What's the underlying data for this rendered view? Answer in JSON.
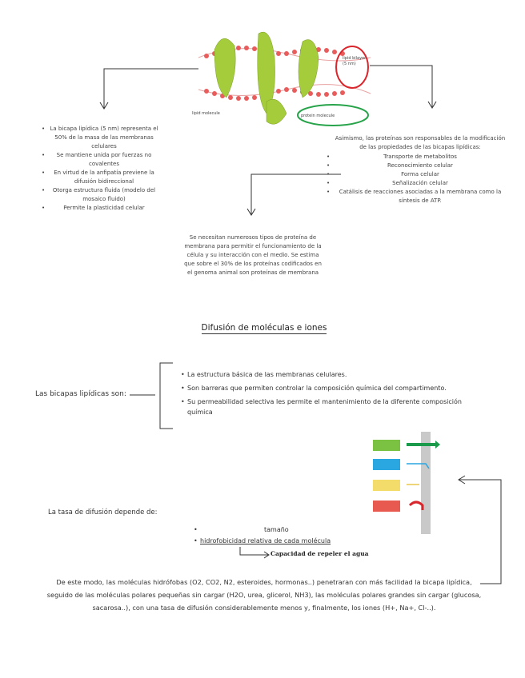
{
  "diagram": {
    "label_bilayer": "lipid bilayer (5 nm)",
    "label_lipid_molecule": "lipid molecule",
    "label_protein_molecule": "protein molecule"
  },
  "left_list": [
    "La bicapa lipídica (5 nm) representa el 50% de la masa de las membranas celulares",
    "Se mantiene unida por fuerzas no covalentes",
    "En virtud de la anfipatía previene la difusión bidireccional",
    "Otorga estructura fluida (modelo del mosaico fluido)",
    "Permite la plasticidad celular"
  ],
  "right_block": {
    "intro": "Asimismo, las proteínas son responsables de la modificación de las propiedades de las bicapas lipídicas:",
    "items": [
      "Transporte de metabolitos",
      "Reconocimiento celular",
      "Forma celular",
      "Señalización celular",
      "Catálisis de reacciones asociadas a la membrana como la síntesis de ATP."
    ]
  },
  "center_paragraph": "Se necesitan numerosos tipos de proteína de membrana para permitir el funcionamiento de la célula y su interacción con el medio. Se estima que sobre el 30% de los proteínas codificados en el genoma animal son proteínas de membrana",
  "section_title": "Difusión de moléculas e iones",
  "bicapas_label": "Las bicapas lipídicas son:",
  "bicapas_items": [
    "La estructura básica de las membranas celulares.",
    "Son barreras que permiten controlar la composición química del compartimento.",
    "Su permeabilidad selectiva les permite el mantenimiento de la diferente composición química"
  ],
  "tasa_label": "La tasa de difusión depende de:",
  "tasa_items": [
    "tamaño",
    "hidrofobicidad relativa de cada molécula"
  ],
  "capacidad_note": "Capacidad de repeler el agua",
  "final_paragraph": "De este modo, las moléculas hidrófobas (O2, CO2, N2, esteroides, hormonas..) penetraran con más facilidad la bicapa lipídica, seguido de las moléculas polares pequeñas sin cargar (H2O, urea, glicerol, NH3), las moléculas polares grandes sin cargar (glucosa, sacarosa..), con una tasa de difusión considerablemente menos y, finalmente, los iones (H+, Na+, Cl-..).",
  "colors": {
    "green": "#7cc242",
    "blue": "#2aa6e0",
    "yellow": "#f4dc6a",
    "red": "#e85a4f",
    "membrane": "#c9c9c9"
  }
}
